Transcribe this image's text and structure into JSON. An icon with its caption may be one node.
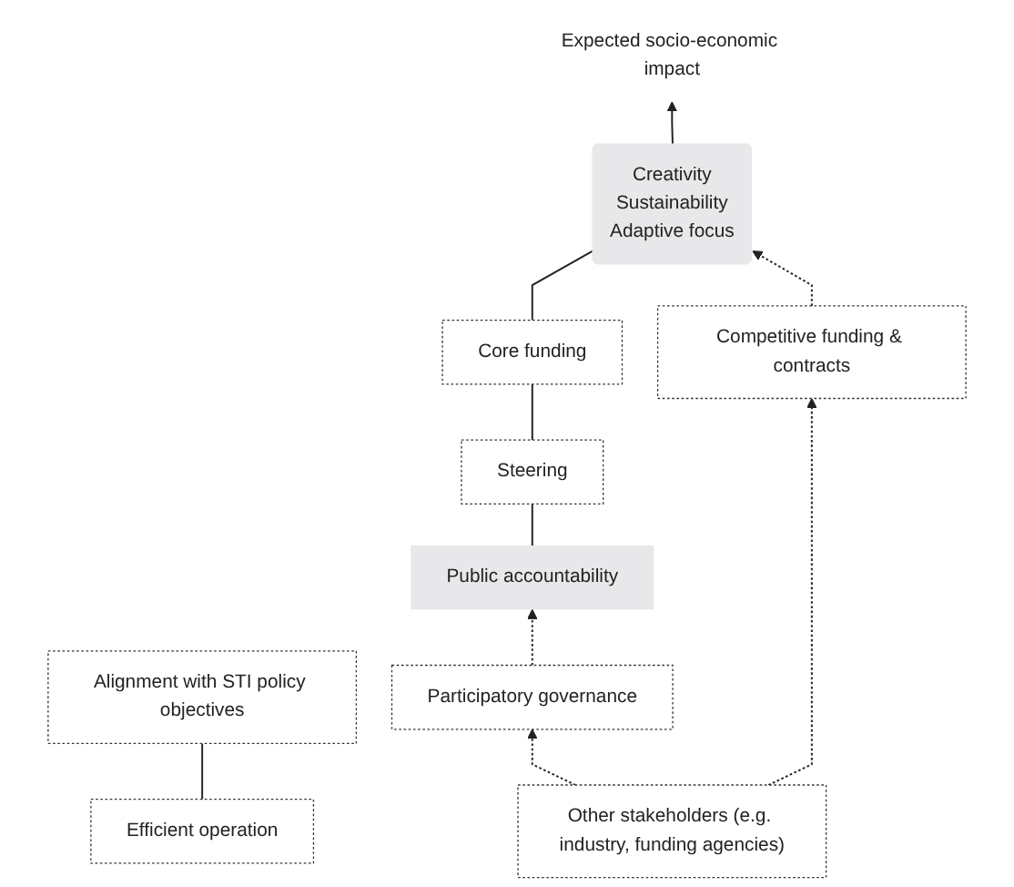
{
  "diagram": {
    "nodes": [
      {
        "text": [
          "Expected socio-economic impact"
        ]
      },
      {
        "text": [
          "Creativity",
          "Sustainability",
          "Adaptive focus"
        ]
      },
      {
        "text": [
          "Core funding"
        ]
      },
      {
        "text": [
          "Competitive funding & contracts"
        ]
      },
      {
        "text": [
          "Efficient operation"
        ]
      },
      {
        "text": [
          "Alignment with STI policy objectives"
        ]
      },
      {
        "text": [
          "Steering"
        ]
      },
      {
        "text": [
          "Other stakeholders (e.g. industry, funding agencies)"
        ]
      },
      {
        "text": [
          "Public accountability"
        ]
      },
      {
        "text": [
          "Participatory governance"
        ]
      }
    ],
    "edges": [
      {
        "from": 1,
        "to": 0,
        "arrow": "to"
      },
      {
        "from": 2,
        "to": 1,
        "arrow": "none"
      },
      {
        "from": 3,
        "to": 1,
        "arrow": "to",
        "style": "dashed"
      },
      {
        "from": 4,
        "to": 5,
        "arrow": "none"
      },
      {
        "from": 6,
        "to": 2,
        "arrow": "none"
      },
      {
        "from": 8,
        "to": 6,
        "arrow": "none"
      },
      {
        "from": 7,
        "to": 3,
        "arrow": "to",
        "style": "dashed"
      },
      {
        "from": 7,
        "to": 9,
        "arrow": "to",
        "style": "dashed"
      },
      {
        "from": 9,
        "to": 8,
        "arrow": "to",
        "style": "dashed"
      }
    ]
  }
}
